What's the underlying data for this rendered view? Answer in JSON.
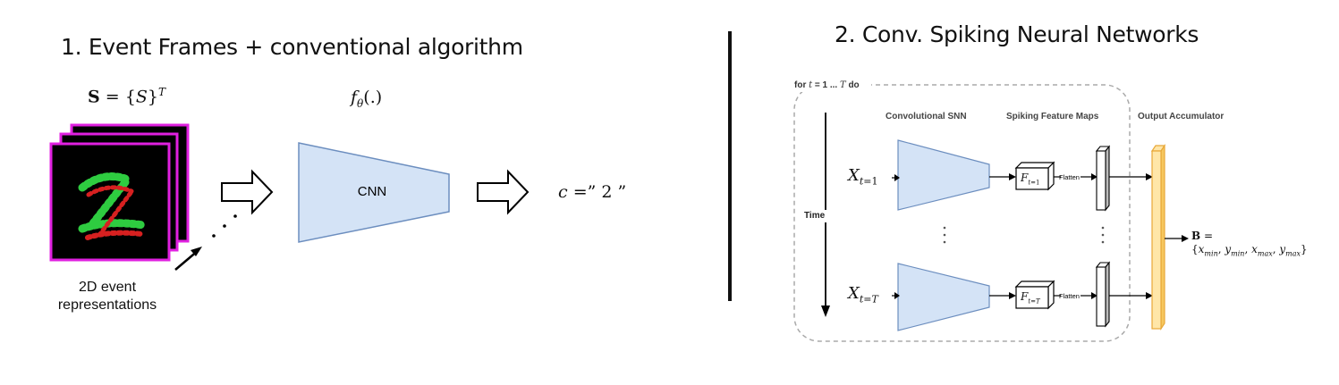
{
  "left_panel": {
    "title": "1. Event Frames + conventional algorithm",
    "set_formula": "S = {S}ᵀ",
    "function_formula": "f_θ(.)",
    "cnn_label": "CNN",
    "output_formula": "c = \" 2 \"",
    "caption_line1": "2D event",
    "caption_line2": "representations"
  },
  "right_panel": {
    "title": "2. Conv. Spiking Neural Networks",
    "loop_label": "for t = 1 ... T do",
    "col_conv_snn": "Convolutional SNN",
    "col_feature_maps": "Spiking Feature Maps",
    "col_accumulator": "Output Accumulator",
    "time_label": "Time",
    "input_first": "X_{t=1}",
    "input_last": "X_{t=T}",
    "fmap_first": "F_{t=1}",
    "fmap_last": "F_{t=T}",
    "flatten_label": "Flatten",
    "output_line1": "B =",
    "output_line2": "{x_min, y_min, x_max, y_max}"
  },
  "colors": {
    "frame_border": "#e020e0",
    "cnn_fill": "#d4e3f6",
    "cnn_stroke": "#6c8ebf",
    "accumulator_fill": "#ffe6a8",
    "accumulator_stroke": "#e8a838",
    "event_green": "#2ecc40",
    "event_red": "#d62020"
  }
}
